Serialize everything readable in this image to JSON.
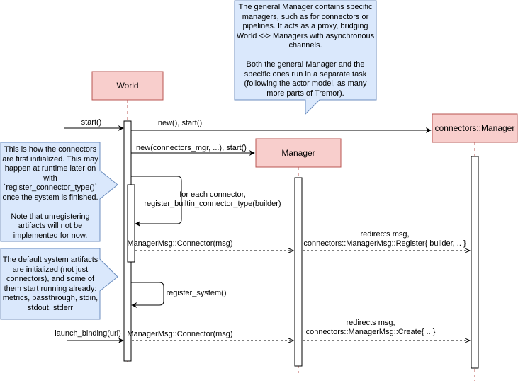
{
  "colors": {
    "participant_fill": "#f8cecc",
    "participant_stroke": "#b85450",
    "note_fill": "#dae8fc",
    "note_stroke": "#6c8ebf",
    "lifeline": "#b85450",
    "line": "#000000"
  },
  "participants": {
    "world": "World",
    "manager": "Manager",
    "connectors_manager": "connectors::Manager"
  },
  "notes": {
    "general_manager": "The general Manager contains specific managers, such as for connectors or pipelines. It acts as a proxy, bridging World <-> Managers with asynchronous channels.\n\nBoth the general Manager and the specific ones run in a separate task (following the actor model, as many more parts of Tremor).",
    "connectors_init": "This is how the connectors are first initialized. This may happen at runtime later on with `register_connector_type()` once the system is finished.\n\nNote that unregistering artifacts will not be implemented for now.",
    "system_artifacts": "The default system artifacts are initialized (not just connectors), and some of them start running already: metrics, passthrough, stdin, stdout, stderr"
  },
  "messages": {
    "start": "start()",
    "new_start": "new(), start()",
    "new_connectors_mgr": "new(connectors_mgr, ...), start()",
    "for_each_line1": "for each connector,",
    "for_each_line2": "register_builtin_connector_type(builder)",
    "manager_msg_connector_1": "ManagerMsg::Connector(msg)",
    "redirects_register_line1": "redirects msg,",
    "redirects_register_line2": "connectors::ManagerMsg::Register{ builder, .. }",
    "register_system": "register_system()",
    "launch_binding": "launch_binding(url)",
    "manager_msg_connector_2": "ManagerMsg::Connector(msg)",
    "redirects_create_line1": "redirects msg,",
    "redirects_create_line2": "connectors::ManagerMsg::Create{ .. }"
  }
}
